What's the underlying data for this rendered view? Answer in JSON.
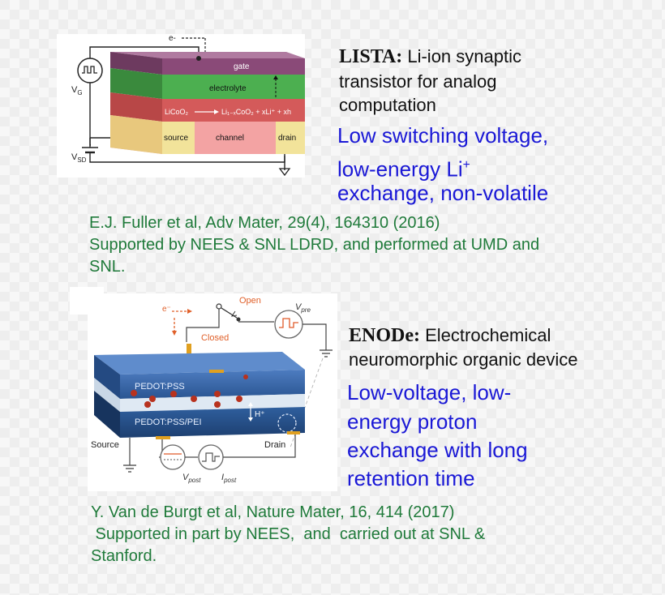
{
  "lista": {
    "acronym": "LISTA:",
    "title_rest": " Li-ion synaptic",
    "title_line2": "transistor for analog",
    "title_line3": "computation",
    "highlight_line1": "Low switching voltage,",
    "highlight_line2_a": "low-energy Li",
    "highlight_line2_sup": "+",
    "highlight_line3": "exchange, non-volatile",
    "citation_line1": "E.J. Fuller et al, Adv Mater, 29(4), 164310 (2016)",
    "citation_line2": "Supported by NEES & SNL LDRD, and performed at UMD and",
    "citation_line3": "SNL.",
    "diagram": {
      "e_label": "e-",
      "gate": "gate",
      "electrolyte": "electrolyte",
      "reaction_left": "LiCoO₂",
      "reaction_right": "Li₁₋ₓCoO₂ + xLi⁺ + xh",
      "source": "source",
      "channel": "channel",
      "drain": "drain",
      "vg": "V",
      "vg_sub": "G",
      "vsd": "V",
      "vsd_sub": "SD"
    }
  },
  "enode": {
    "acronym": "ENODe:",
    "title_rest": " Electrochemical",
    "title_line2": "neuromorphic organic device",
    "highlight_line1": "Low-voltage, low-",
    "highlight_line2": "energy proton",
    "highlight_line3": "exchange with long",
    "highlight_line4": "retention time",
    "citation_line1": "Y. Van de Burgt et al, Nature Mater, 16, 414 (2017)",
    "citation_line2": " Supported in part by NEES,  and  carried out at SNL &",
    "citation_line3": "Stanford.",
    "diagram": {
      "e_label": "e⁻",
      "open": "Open",
      "closed": "Closed",
      "vpre": "V",
      "vpre_sub": "pre",
      "pedot_top": "PEDOT:PSS",
      "pedot_bottom": "PEDOT:PSS/PEI",
      "h_label": "H⁺",
      "source": "Source",
      "drain": "Drain",
      "vpost": "V",
      "vpost_sub": "post",
      "ipost": "I",
      "ipost_sub": "post"
    }
  },
  "colors": {
    "highlight": "#1a18d6",
    "citation": "#1f7a3a",
    "gate": "#8a4a78",
    "electrolyte": "#4caf50",
    "licoo2": "#d45a5a",
    "channel": "#f3a3a3",
    "source_drain": "#f2e39a",
    "pedot": "#2f5f9e"
  }
}
